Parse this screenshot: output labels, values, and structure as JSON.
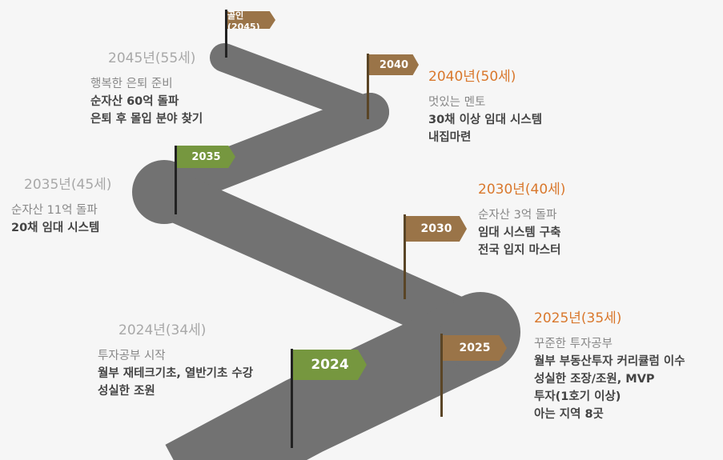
{
  "colors": {
    "road": "#727272",
    "brown": "#9a7448",
    "green": "#76973f",
    "orange": "#d9782d",
    "gray": "#a8a8a8"
  },
  "flags": [
    {
      "label": "골인(2045)"
    },
    {
      "label": "2040"
    },
    {
      "label": "2035"
    },
    {
      "label": "2030"
    },
    {
      "label": "2025"
    },
    {
      "label": "2024"
    }
  ],
  "milestones": [
    {
      "year": "2045년(55세)",
      "lines": [
        "행복한 은퇴 준비",
        "순자산 60억 돌파",
        "은퇴 후 몰입 분야 찾기"
      ]
    },
    {
      "year": "2040년(50세)",
      "lines": [
        "멋있는 멘토",
        "30채 이상 임대 시스템",
        "내집마련"
      ]
    },
    {
      "year": "2035년(45세)",
      "lines": [
        "순자산 11억 돌파",
        "20채 임대 시스템"
      ]
    },
    {
      "year": "2030년(40세)",
      "lines": [
        "순자산 3억 돌파",
        "임대 시스템 구축",
        "전국 입지 마스터"
      ]
    },
    {
      "year": "2025년(35세)",
      "lines": [
        "꾸준한 투자공부",
        "월부 부동산투자 커리큘럼 이수",
        "성실한 조장/조원, MVP",
        "투자(1호기 이상)",
        "아는 지역 8곳"
      ]
    },
    {
      "year": "2024년(34세)",
      "lines": [
        "투자공부 시작",
        "월부 재테크기초, 열반기초 수강",
        "성실한 조원"
      ]
    }
  ]
}
